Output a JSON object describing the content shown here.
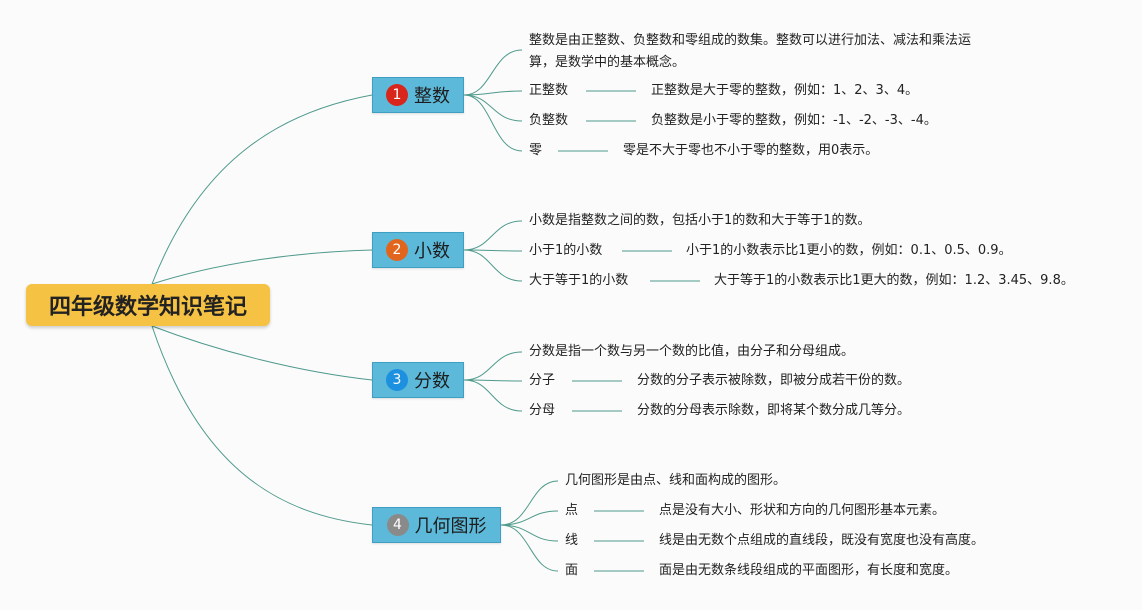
{
  "root": {
    "title": "四年级数学知识笔记"
  },
  "colors": {
    "link": "#4f9a8c",
    "root_fill": "#f6c243",
    "topic_fill": "#5db9d9"
  },
  "topics": [
    {
      "number": "1",
      "badge_color": "#d9261c",
      "label": "整数",
      "summary_line1": "整数是由正整数、负整数和零组成的数集。整数可以进行加法、减法和乘法运",
      "summary_line2": "算，是数学中的基本概念。",
      "items": [
        {
          "term": "正整数",
          "desc": "正整数是大于零的整数，例如：1、2、3、4。"
        },
        {
          "term": "负整数",
          "desc": "负整数是小于零的整数，例如：-1、-2、-3、-4。"
        },
        {
          "term": "零",
          "desc": "零是不大于零也不小于零的整数，用0表示。"
        }
      ]
    },
    {
      "number": "2",
      "badge_color": "#e2651e",
      "label": "小数",
      "summary_line1": "小数是指整数之间的数，包括小于1的数和大于等于1的数。",
      "items": [
        {
          "term": "小于1的小数",
          "desc": "小于1的小数表示比1更小的数，例如：0.1、0.5、0.9。"
        },
        {
          "term": "大于等于1的小数",
          "desc": "大于等于1的小数表示比1更大的数，例如：1.2、3.45、9.8。"
        }
      ]
    },
    {
      "number": "3",
      "badge_color": "#1e90e0",
      "label": "分数",
      "summary_line1": "分数是指一个数与另一个数的比值，由分子和分母组成。",
      "items": [
        {
          "term": "分子",
          "desc": "分数的分子表示被除数，即被分成若干份的数。"
        },
        {
          "term": "分母",
          "desc": "分数的分母表示除数，即将某个数分成几等分。"
        }
      ]
    },
    {
      "number": "4",
      "badge_color": "#8a8a8a",
      "label": "几何图形",
      "summary_line1": "几何图形是由点、线和面构成的图形。",
      "items": [
        {
          "term": "点",
          "desc": "点是没有大小、形状和方向的几何图形基本元素。"
        },
        {
          "term": "线",
          "desc": "线是由无数个点组成的直线段，既没有宽度也没有高度。"
        },
        {
          "term": "面",
          "desc": "面是由无数条线段组成的平面图形，有长度和宽度。"
        }
      ]
    }
  ]
}
